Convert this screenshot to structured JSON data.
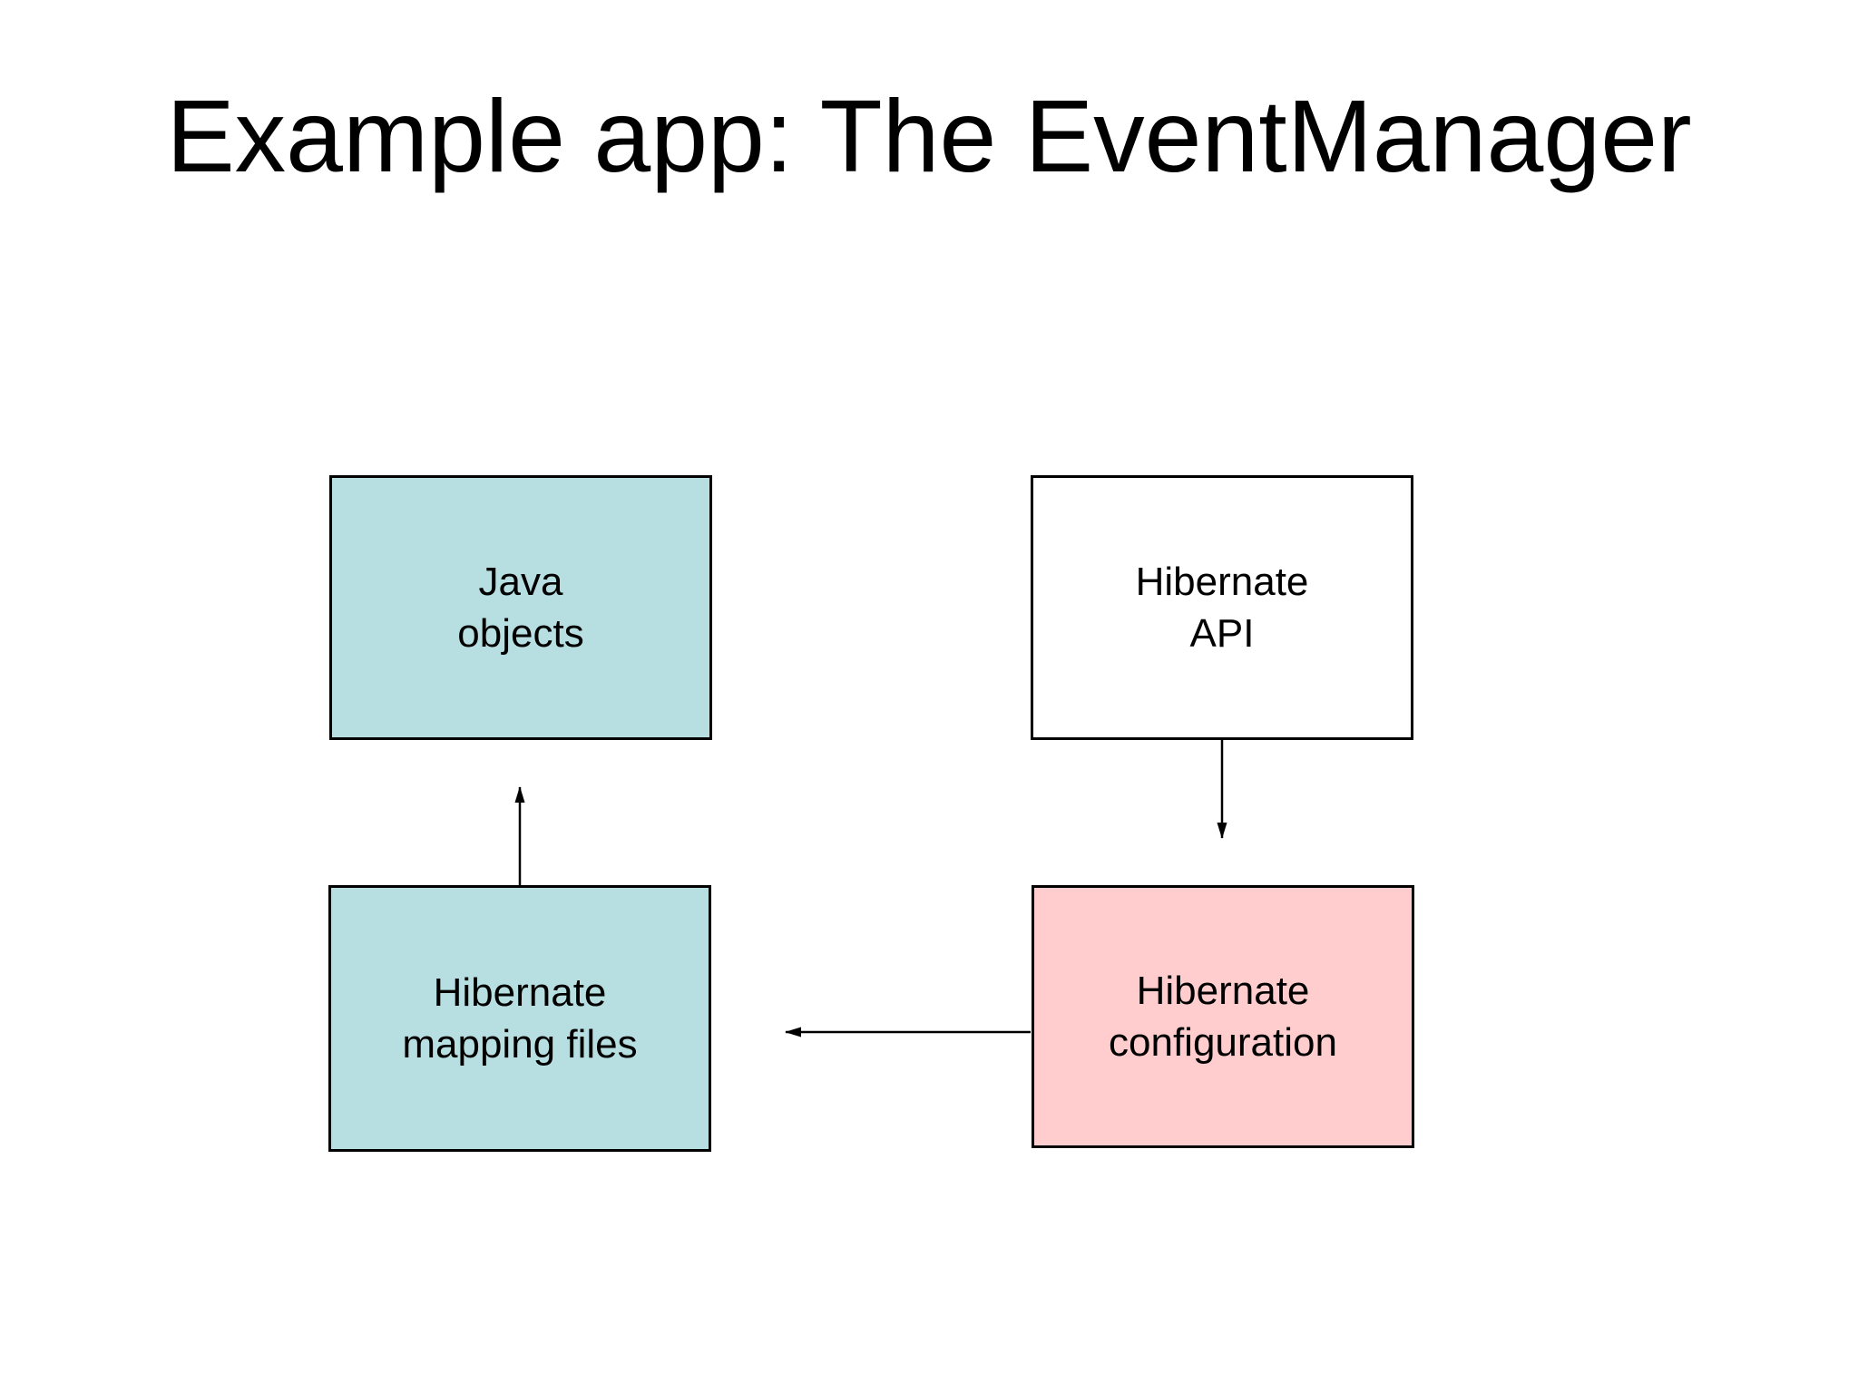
{
  "slide": {
    "title": "Example app: The EventManager"
  },
  "diagram": {
    "boxes": [
      {
        "id": "java-objects",
        "lines": [
          "Java",
          "objects"
        ],
        "fill": "#b7dfe2"
      },
      {
        "id": "hibernate-api",
        "lines": [
          "Hibernate",
          "API"
        ],
        "fill": "#ffffff"
      },
      {
        "id": "hibernate-mapping-files",
        "lines": [
          "Hibernate",
          "mapping files"
        ],
        "fill": "#b7dfe2"
      },
      {
        "id": "hibernate-configuration",
        "lines": [
          "Hibernate",
          "configuration"
        ],
        "fill": "#ffcdcd"
      }
    ],
    "arrows": [
      {
        "from": "hibernate-mapping-files",
        "to": "java-objects",
        "direction": "up"
      },
      {
        "from": "hibernate-api",
        "to": "hibernate-configuration",
        "direction": "down"
      },
      {
        "from": "hibernate-configuration",
        "to": "hibernate-mapping-files",
        "direction": "left"
      }
    ],
    "colors": {
      "background": "#ffffff",
      "box_border": "#000000",
      "teal_fill": "#b7dfe2",
      "pink_fill": "#ffcdcd",
      "white_fill": "#ffffff",
      "arrow": "#000000",
      "text": "#000000"
    }
  }
}
